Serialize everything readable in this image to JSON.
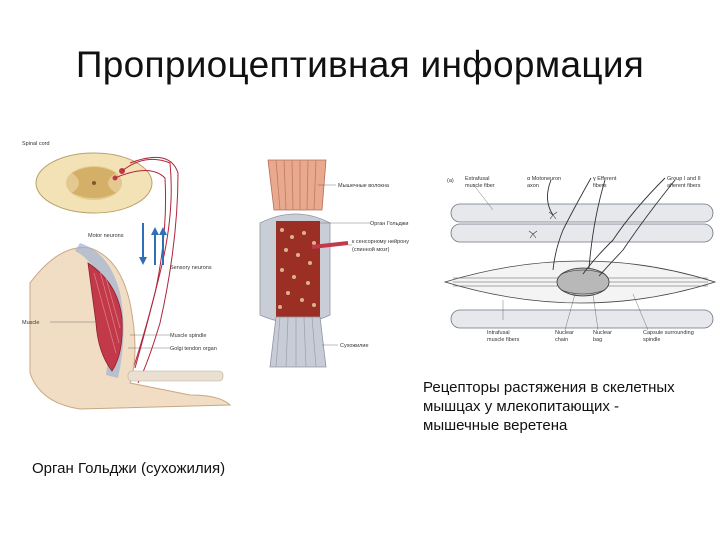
{
  "slide": {
    "title": "Проприоцептивная информация",
    "caption_left": "Орган Гольджи (сухожилия)",
    "caption_right": "Рецепторы растяжения в скелетных мышцах у млекопитающих - мышечные веретена"
  },
  "arm_diagram": {
    "labels": {
      "spinal_cord": "Spinal cord",
      "motor_neurons": "Motor neurons",
      "sensory_neurons": "Sensory neurons",
      "muscle": "Muscle",
      "muscle_spindle": "Muscle spindle",
      "golgi_tendon_organ": "Golgi tendon organ"
    }
  },
  "golgi_diagram": {
    "labels": {
      "muscle_fibers": "Мышечные волокна",
      "golgi_organ": "Орган Гольджи",
      "to_sensory_neuron_1": "к сенсорному нейрону",
      "to_sensory_neuron_2": "(спинной мозг)",
      "tendon": "Сухожилие"
    }
  },
  "spindle_diagram": {
    "labels": {
      "panel_letter": "(a)",
      "extrafusal_1": "Extrafusal",
      "extrafusal_2": "muscle fiber",
      "motor_axon_1": "α Motoneuron",
      "motor_axon_2": "axon",
      "gamma_efferent_1": "γ Efferent",
      "gamma_efferent_2": "fibers",
      "group_afferent_1": "Group I and II",
      "group_afferent_2": "afferent fibers",
      "intrafusal_1": "Intrafusal",
      "intrafusal_2": "muscle fibers",
      "nuclear_chain_1": "Nuclear",
      "nuclear_chain_2": "chain",
      "nuclear_bag_1": "Nuclear",
      "nuclear_bag_2": "bag",
      "capsule_1": "Capsule surrounding",
      "capsule_2": "spindle"
    }
  },
  "colors": {
    "muscle_red": "#c23a4a",
    "tendon_cream": "#efe0c8",
    "nerve_line": "#b0243a",
    "arrow_blue": "#2f6fb8",
    "capsule_gray": "#c9ced6",
    "golgi_red": "#9b2f26"
  }
}
